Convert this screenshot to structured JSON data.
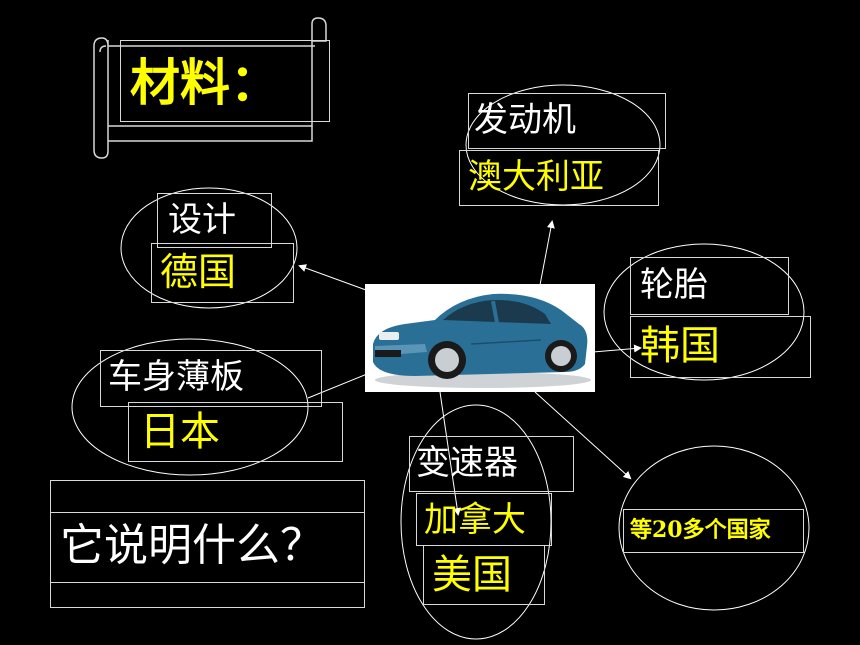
{
  "title": "材料：",
  "question": "它说明什么？",
  "center_image": "blue-sedan-car",
  "colors": {
    "background": "#000000",
    "label": "#ffffff",
    "country": "#ffff00",
    "outline": "#d8d8d8"
  },
  "nodes": {
    "engine": {
      "part": "发动机",
      "country": "澳大利亚"
    },
    "design": {
      "part": "设计",
      "country": "德国"
    },
    "tires": {
      "part": "轮胎",
      "country": "韩国"
    },
    "body": {
      "part": "车身薄板",
      "country": "日本"
    },
    "gearbox": {
      "part": "变速器",
      "countries": [
        "加拿大",
        "美国"
      ]
    },
    "others": {
      "label": "等20多个国家"
    }
  }
}
